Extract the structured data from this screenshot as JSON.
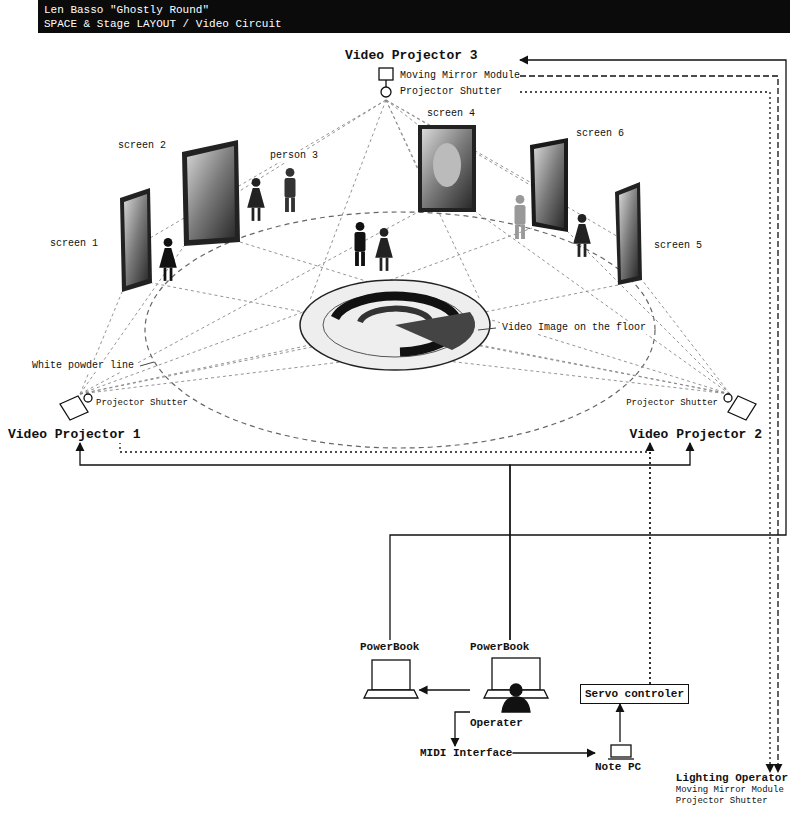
{
  "diagram": {
    "title": "Len Basso \"Ghostly Round\"",
    "nodes": [
      {
        "text": [
          "Video Projector 3",
          "Moving Mirror Module",
          "Projector Shutter"
        ]
      },
      {
        "text": [
          "Projector Shutter",
          "Video Projector 1"
        ]
      },
      {
        "text": [
          "Projector Shutter",
          "Video Projector 2"
        ]
      },
      {
        "text": [
          "PowerBook"
        ]
      },
      {
        "text": [
          "PowerBook",
          "Operater"
        ]
      },
      {
        "text": [
          "Servo controler"
        ]
      },
      {
        "text": [
          "MIDI Interface"
        ]
      },
      {
        "text": [
          "Note PC"
        ]
      },
      {
        "text": [
          "Lighting Operator",
          "Moving Mirror Module",
          "Projector Shutter"
        ]
      }
    ],
    "edges": [
      {
        "from": 3,
        "to": 0,
        "arrow": "to"
      },
      {
        "from": 4,
        "to": 1,
        "arrow": "to"
      },
      {
        "from": 4,
        "to": 2,
        "arrow": "to"
      },
      {
        "from": 5,
        "to": 2,
        "arrow": "to"
      },
      {
        "from": 5,
        "to": 1,
        "arrow": "none"
      },
      {
        "from": 0,
        "to": 8,
        "arrow": "to"
      },
      {
        "from": 0,
        "to": 8,
        "arrow": "to"
      },
      {
        "from": 4,
        "to": 3,
        "arrow": "to"
      },
      {
        "from": 4,
        "to": 6,
        "arrow": "to"
      },
      {
        "from": 6,
        "to": 7,
        "arrow": "to"
      },
      {
        "from": 7,
        "to": 5,
        "arrow": "to"
      }
    ],
    "labels": [
      "SPACE & Stage LAYOUT / Video Circuit",
      "screen 2",
      "person 3",
      "screen 4",
      "screen 6",
      "screen 1",
      "screen 5",
      "White powder line",
      "Video Image on the floor"
    ]
  }
}
